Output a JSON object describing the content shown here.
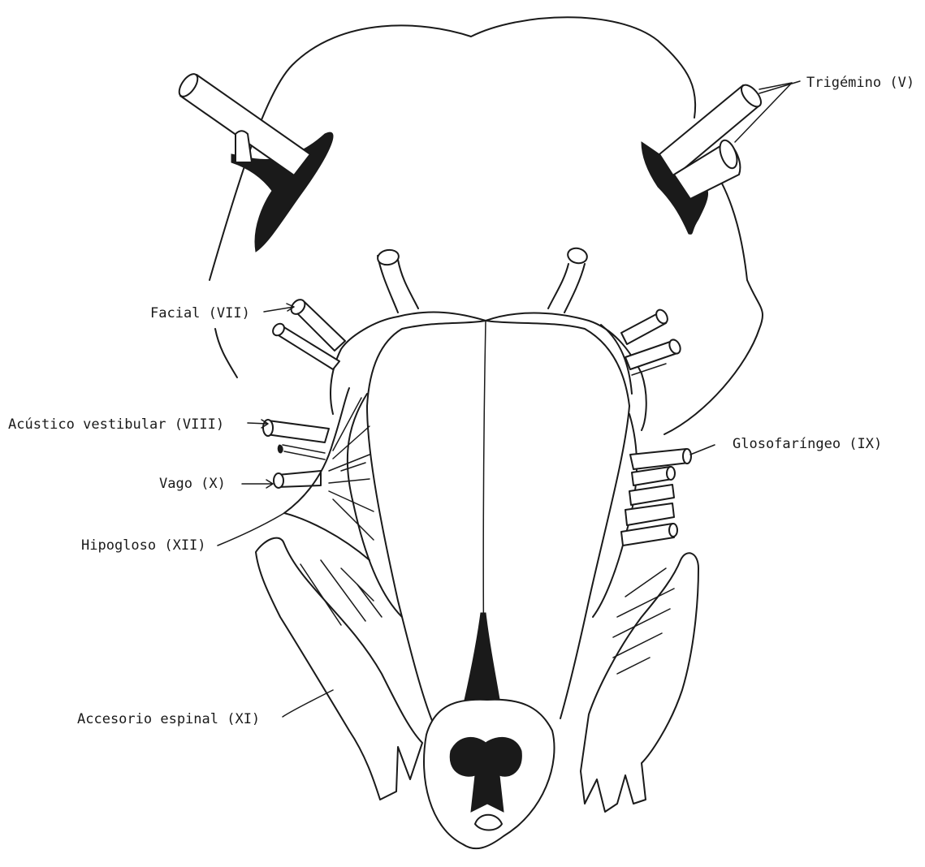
{
  "labels": {
    "trigemino": "Trigémino (V)",
    "facial": "Facial (VII)",
    "acustico": "Acústico vestibular (VIII)",
    "glosofaringeo": "Glosofaríngeo (IX)",
    "vago": "Vago (X)",
    "hipogloso": "Hipogloso (XII)",
    "accesorio": "Accesorio espinal (XI)"
  },
  "colors": {
    "ink": "#1a1a1a",
    "paper": "#ffffff"
  }
}
